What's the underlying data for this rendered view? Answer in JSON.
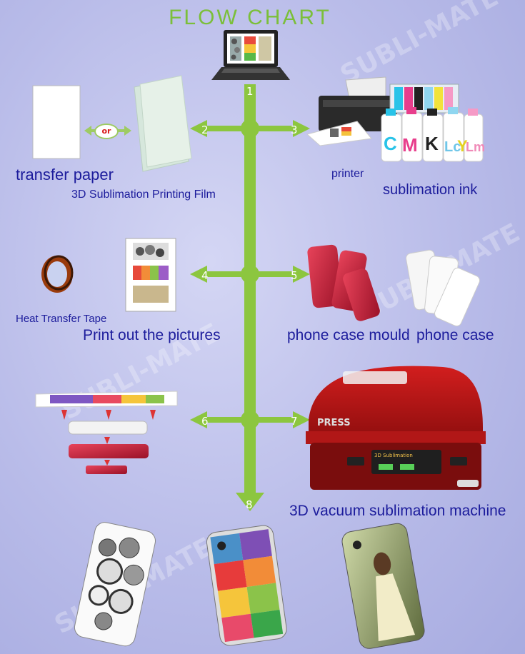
{
  "title": "FLOW CHART",
  "watermark": "SUBLI-MATE",
  "steps": [
    "1",
    "2",
    "3",
    "4",
    "5",
    "6",
    "7",
    "8"
  ],
  "or_label": "or",
  "labels": {
    "transfer_paper": "transfer paper",
    "film": "3D Sublimation Printing Film",
    "printer": "printer",
    "ink": "sublimation ink",
    "tape": "Heat Transfer Tape",
    "print_out": "Print out the pictures",
    "mould": "phone case mould",
    "phone_case": "phone case",
    "machine": "3D vacuum sublimation machine"
  },
  "ink_letters": [
    "C",
    "M",
    "K",
    "Lc",
    "Y",
    "Lm"
  ],
  "machine_text": {
    "brand": "PRESS",
    "panel": "3D Sublimation"
  },
  "colors": {
    "flow": "#8cc63f",
    "label": "#1c1c9c",
    "title": "#7bbf3a"
  }
}
